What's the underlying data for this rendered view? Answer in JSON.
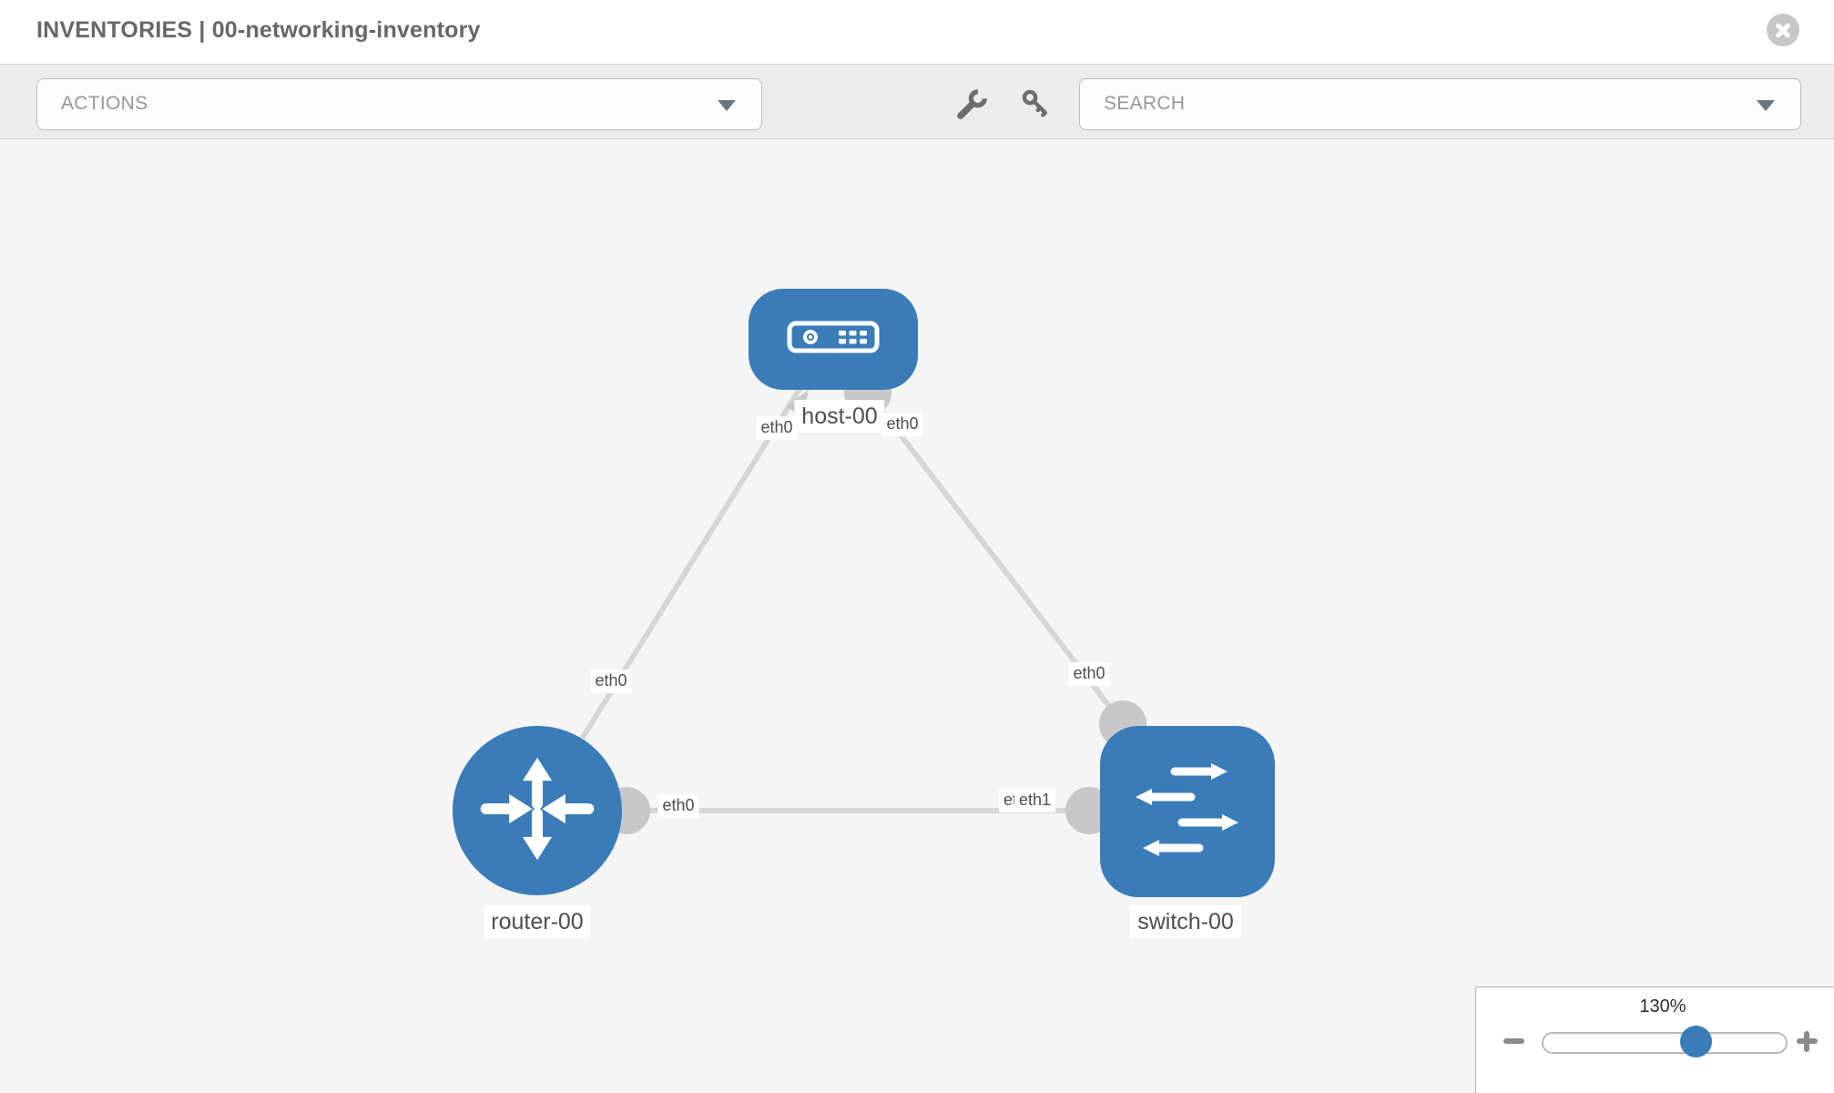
{
  "header": {
    "title": "INVENTORIES | 00-networking-inventory"
  },
  "toolbar": {
    "actions_label": "ACTIONS",
    "search_placeholder": "SEARCH",
    "tools": [
      "wrench",
      "key"
    ]
  },
  "topology": {
    "nodes": [
      {
        "name": "host-00",
        "type": "host"
      },
      {
        "name": "router-00",
        "type": "router"
      },
      {
        "name": "switch-00",
        "type": "switch"
      }
    ],
    "edges": [
      {
        "from": "router-00",
        "to": "host-00",
        "from_port": "eth0",
        "to_port": "eth0"
      },
      {
        "from": "host-00",
        "to": "switch-00",
        "from_port": "eth0",
        "to_port": "eth0"
      },
      {
        "from": "router-00",
        "to": "switch-00",
        "from_port": "eth0",
        "to_port": "eth1"
      }
    ],
    "port_labels": {
      "router_host_near_router": "eth0",
      "router_host_near_host": "eth0",
      "host_switch_near_host": "eth0",
      "host_switch_near_switch": "eth0",
      "router_switch_near_router": "eth0",
      "router_switch_near_switch_under": "eth0",
      "router_switch_near_switch": "eth1"
    }
  },
  "zoom_control": {
    "level": "130%"
  },
  "colors": {
    "node_blue": "#3a7cb8",
    "edge_gray": "#d6d6d6",
    "port_gray": "#c8c8c8",
    "canvas_bg": "#f5f5f5",
    "toolbar_bg": "#ececec",
    "knob_blue": "#3a7cb8"
  }
}
